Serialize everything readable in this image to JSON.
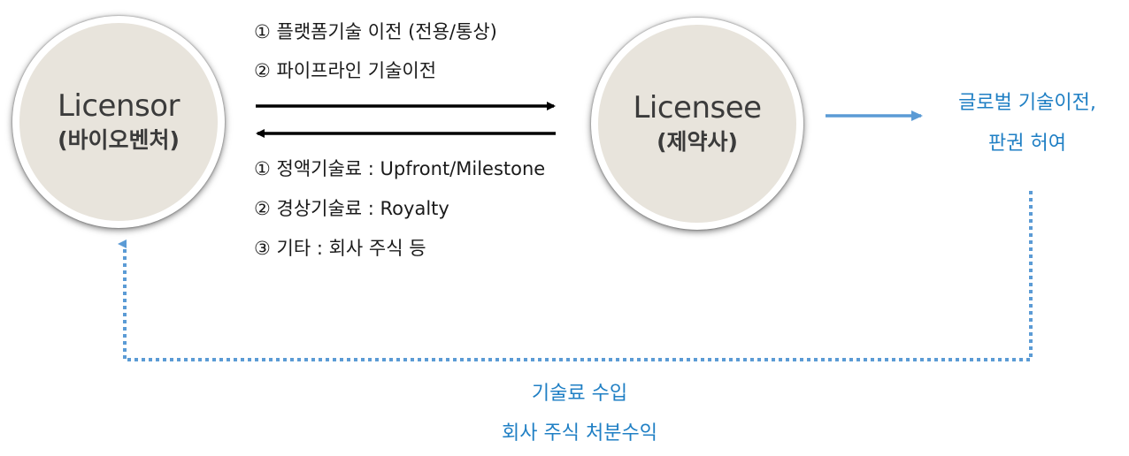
{
  "licensor": {
    "title": "Licensor",
    "subtitle": "(바이오벤처)"
  },
  "licensee": {
    "title": "Licensee",
    "subtitle": "(제약사)"
  },
  "transfer_items": [
    "① 플랫폼기술 이전 (전용/통상)",
    "② 파이프라인 기술이전"
  ],
  "payment_items": [
    "① 정액기술료 : Upfront/Milestone",
    "② 경상기술료 : Royalty",
    "③ 기타 : 회사 주식 등"
  ],
  "global_transfer": {
    "line1": "글로벌 기술이전,",
    "line2": "판권 허여"
  },
  "returns": {
    "line1": "기술료 수입",
    "line2": "회사 주식 처분수익"
  },
  "colors": {
    "circle_fill": "#e8e4dc",
    "accent_blue": "#1f7fc4",
    "arrow_blue": "#5b9bd5",
    "arrow_black": "#000000"
  }
}
